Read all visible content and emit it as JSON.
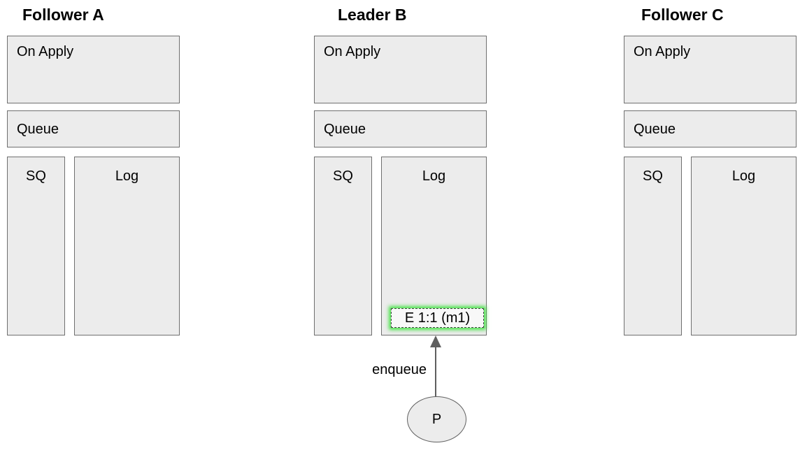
{
  "nodes": [
    {
      "title": "Follower A",
      "on_apply_label": "On Apply",
      "queue_label": "Queue",
      "sq_label": "SQ",
      "log_label": "Log"
    },
    {
      "title": "Leader B",
      "on_apply_label": "On Apply",
      "queue_label": "Queue",
      "sq_label": "SQ",
      "log_label": "Log",
      "log_entry": {
        "label": "E 1:1 (m1)"
      }
    },
    {
      "title": "Follower C",
      "on_apply_label": "On Apply",
      "queue_label": "Queue",
      "sq_label": "SQ",
      "log_label": "Log"
    }
  ],
  "enqueue": {
    "arrow_label": "enqueue",
    "proposer_label": "P"
  },
  "colors": {
    "box_fill": "#ececec",
    "box_border": "#6f6f6f",
    "entry_fill": "#f8f8f8",
    "entry_border": "#474747",
    "entry_glow": "#2ee02e",
    "arrow": "#5f5f5f",
    "text": "#000000",
    "background": "#ffffff"
  }
}
